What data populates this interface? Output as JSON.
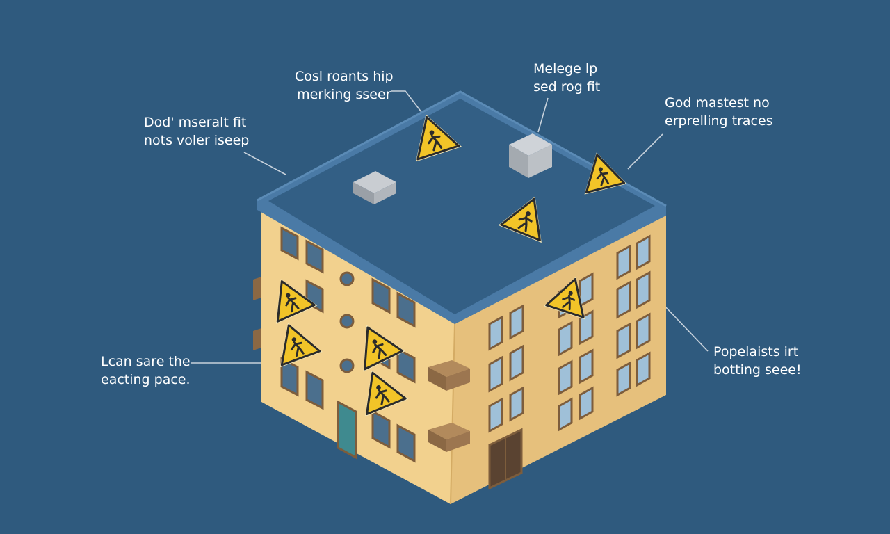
{
  "palette": {
    "background": "#2f5a7e",
    "roof": "#335f85",
    "roof_rim": "#4a7aa6",
    "wall_left": "#f2d18e",
    "wall_right": "#e9c37f",
    "window_frame": "#7d5d3c",
    "window_glass": "#4b6f8d",
    "sign_fill": "#f2c428",
    "sign_border": "#2b2b2b",
    "sign_trim": "#f4e6b8",
    "leader_line": "#c8d2dc",
    "label_text": "#ffffff"
  },
  "callouts": [
    {
      "id": "top-left",
      "lines": [
        "Cosl roants hip",
        "merking sseer"
      ]
    },
    {
      "id": "top-center",
      "lines": [
        "Melege lp",
        "sed rog fit"
      ]
    },
    {
      "id": "top-right",
      "lines": [
        "God mastest no",
        "erprelling traces"
      ]
    },
    {
      "id": "mid-left",
      "lines": [
        "Dod' mseralt fit",
        "nots voler iseep"
      ]
    },
    {
      "id": "low-left",
      "lines": [
        "Lcan sare the",
        "eacting pace."
      ]
    },
    {
      "id": "low-right",
      "lines": [
        "Popelaists irt",
        "botting seee!"
      ]
    }
  ],
  "icons": {
    "warning_sign": "warning-triangle-icon",
    "roof_unit": "rooftop-hvac-unit"
  }
}
